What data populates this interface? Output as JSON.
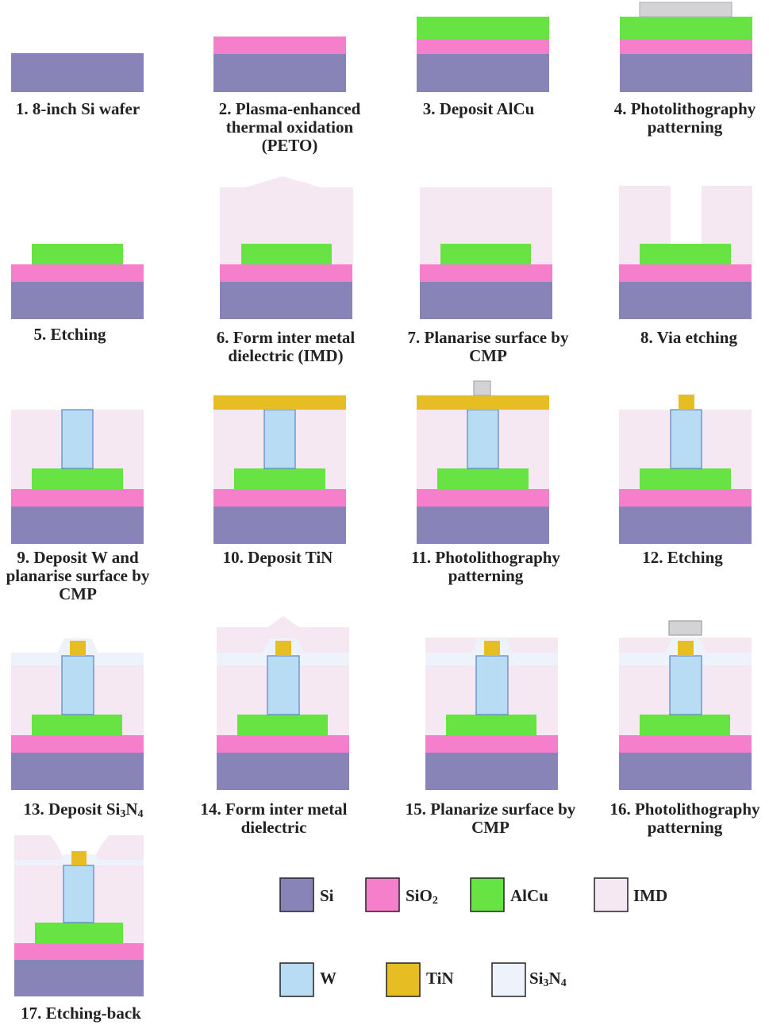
{
  "colors": {
    "si": "#8984b8",
    "sio2": "#f57fca",
    "alcu": "#67e443",
    "imd": "#f6e8f2",
    "w": "#b8dcf3",
    "tin": "#e6bd22",
    "si3n4": "#eef3fb",
    "resist": "#d3d3d5"
  },
  "steps": [
    {
      "label": "1.  8-inch Si wafer"
    },
    {
      "label": "2. Plasma-enhanced thermal oxidation (PETO)"
    },
    {
      "label": "3. Deposit AlCu"
    },
    {
      "label": "4. Photolithography patterning"
    },
    {
      "label": "5. Etching"
    },
    {
      "label": "6. Form inter metal dielectric (IMD)"
    },
    {
      "label": "7.  Planarise surface by CMP"
    },
    {
      "label": "8. Via etching"
    },
    {
      "label": "9. Deposit W and planarise surface by CMP"
    },
    {
      "label": "10. Deposit TiN"
    },
    {
      "label": "11. Photolithography patterning"
    },
    {
      "label": "12. Etching"
    },
    {
      "label": "13. Deposit Si",
      "sub": "3",
      "mid": "N",
      "sub2": "4"
    },
    {
      "label": "14. Form inter metal dielectric"
    },
    {
      "label": "15. Planarize surface by CMP"
    },
    {
      "label": "16. Photolithography patterning"
    },
    {
      "label": "17. Etching-back"
    }
  ],
  "legend": [
    {
      "label": "Si",
      "color": "#8984b8"
    },
    {
      "label": "SiO",
      "sub": "2",
      "color": "#f57fca"
    },
    {
      "label": "AlCu",
      "color": "#67e443"
    },
    {
      "label": "IMD",
      "color": "#f6e8f2"
    },
    {
      "label": "W",
      "color": "#b8dcf3"
    },
    {
      "label": "TiN",
      "color": "#e6bd22"
    },
    {
      "label": "Si",
      "sub": "3",
      "mid": "N",
      "sub2": "4",
      "color": "#eef3fb"
    }
  ]
}
